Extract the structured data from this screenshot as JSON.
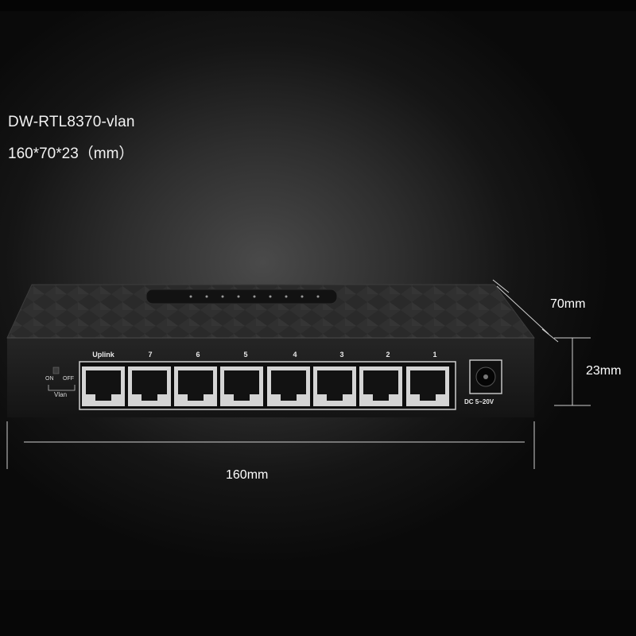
{
  "product": {
    "model": "DW-RTL8370-vlan",
    "size_spec": "160*70*23（mm）"
  },
  "dimensions": {
    "depth": "70mm",
    "height": "23mm",
    "width": "160mm"
  },
  "panel": {
    "ports": [
      {
        "label": "Uplink"
      },
      {
        "label": "7"
      },
      {
        "label": "6"
      },
      {
        "label": "5"
      },
      {
        "label": "4"
      },
      {
        "label": "3"
      },
      {
        "label": "2"
      },
      {
        "label": "1"
      }
    ],
    "switch_on": "ON",
    "switch_off": "OFF",
    "switch_name": "Vlan",
    "power_label": "DC 5~20V"
  },
  "colors": {
    "background": "#0b0b0b",
    "device_body": "#1e1e1e",
    "port_frame": "#d6d6d6",
    "text": "#ffffff"
  }
}
